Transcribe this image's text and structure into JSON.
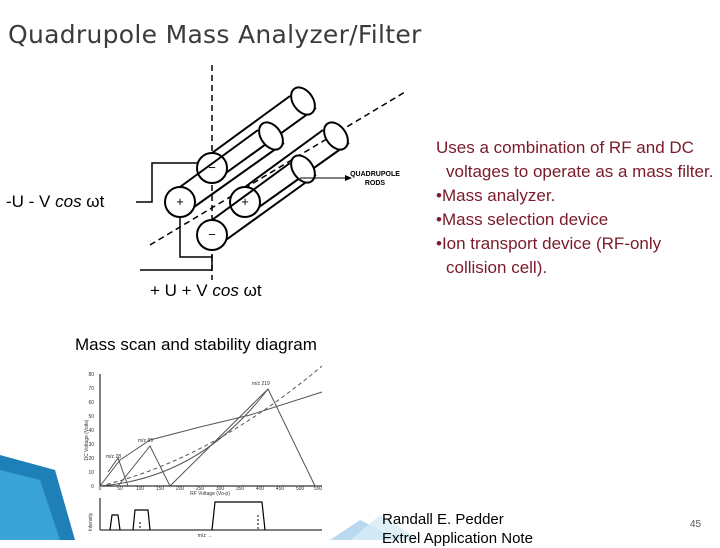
{
  "slide": {
    "title": "Quadrupole Mass Analyzer/Filter",
    "page_number": "45"
  },
  "bullets": {
    "intro": "Uses a combination of RF and DC voltages to operate as a mass filter.",
    "items": [
      "Mass analyzer.",
      "Mass selection device",
      "Ion transport device (RF-only collision cell)."
    ]
  },
  "diagram": {
    "left_formula_prefix": "-U - V ",
    "left_formula_cos": "cos",
    "left_formula_suffix": " ωt",
    "bottom_formula_prefix": "+ U + V ",
    "bottom_formula_cos": "cos",
    "bottom_formula_suffix": " ωt",
    "rods_label_line1": "QUADRUPOLE",
    "rods_label_line2": "RODS",
    "plus_sign": "+",
    "minus_sign": "−"
  },
  "figure": {
    "caption": "Mass scan and stability diagram",
    "y_axis_label": "DC Voltage (Volts)",
    "x_axis_label": "RF Voltage (Vo-p)",
    "y_ticks": [
      "0",
      "10",
      "20",
      "30",
      "40",
      "50",
      "60",
      "70",
      "80"
    ],
    "x_ticks": [
      "0",
      "50",
      "100",
      "150",
      "200",
      "250",
      "300",
      "350",
      "400",
      "450",
      "500",
      "550"
    ],
    "peak_labels": [
      "m/z 28",
      "m/z 69",
      "m/z 219"
    ],
    "spectrum_y_label": "Intensity",
    "spectrum_x_label": "m/z →"
  },
  "credit": {
    "line1": "Randall E. Pedder",
    "line2": "Extrel Application Note"
  },
  "colors": {
    "title": "#3b3b3b",
    "bullet_text": "#7a1a2a",
    "accent_blue": "#2a8fc7"
  }
}
